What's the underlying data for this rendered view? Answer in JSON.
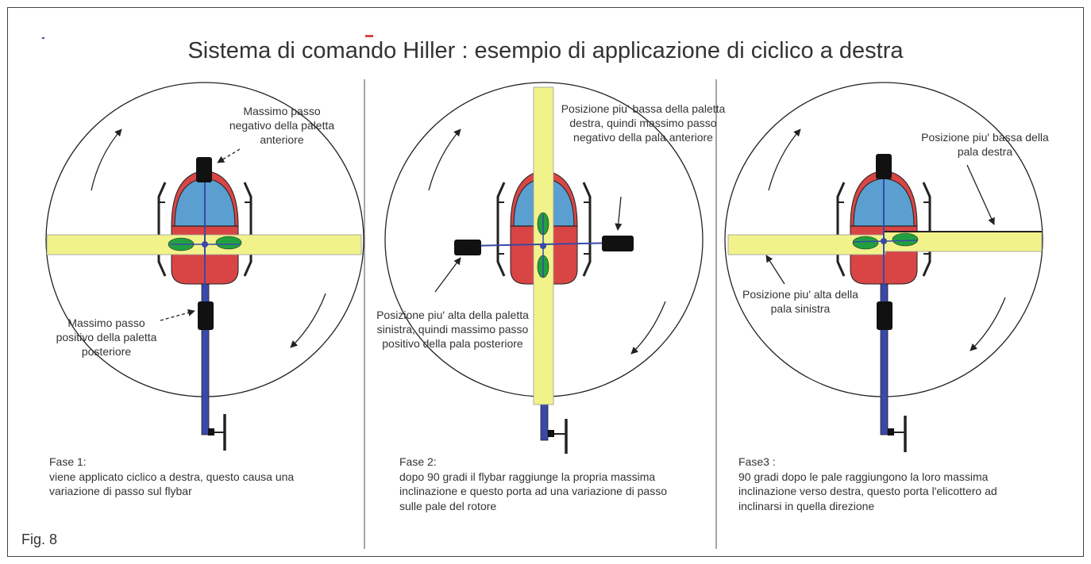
{
  "title": "Sistema di comando Hiller : esempio di applicazione di ciclico a destra",
  "figure_label": "Fig. 8",
  "colors": {
    "blade": "#f2f28a",
    "body_red": "#d94545",
    "canopy_blue": "#5a9fd0",
    "hub_green": "#22a040",
    "tail_boom": "#3a48a8",
    "paddle": "#111111"
  },
  "panels": [
    {
      "labels": [
        "Massimo passo negativo della paletta anteriore",
        "Massimo passo positivo della paletta posteriore"
      ],
      "phase": "Fase 1:",
      "caption": "viene applicato ciclico a destra, questo causa una variazione di passo sul flybar"
    },
    {
      "labels": [
        "Posizione piu' bassa della paletta destra, quindi massimo passo negativo della pala anteriore",
        "Posizione piu' alta della paletta sinistra, quindi massimo passo positivo della pala posteriore"
      ],
      "phase": "Fase 2:",
      "caption": "dopo 90 gradi il flybar raggiunge la propria massima inclinazione e questo porta ad una variazione di passo sulle pale del rotore"
    },
    {
      "labels": [
        "Posizione piu' bassa della pala destra",
        "Posizione piu' alta della pala sinistra"
      ],
      "phase": "Fase3 :",
      "caption": "90 gradi dopo le pale raggiungono la loro massima inclinazione verso destra, questo porta l'elicottero ad inclinarsi in quella direzione"
    }
  ]
}
